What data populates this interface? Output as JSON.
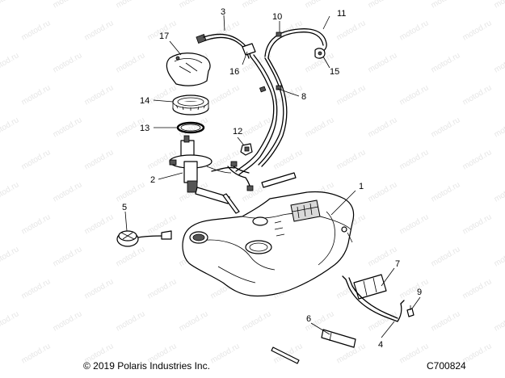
{
  "watermark": "motod.ru",
  "callouts": [
    "1",
    "2",
    "3",
    "4",
    "5",
    "6",
    "7",
    "8",
    "9",
    "10",
    "11",
    "12",
    "13",
    "14",
    "15",
    "16",
    "17"
  ],
  "footer": {
    "copyright": "© 2019 Polaris Industries Inc.",
    "figure_code": "C700824"
  }
}
